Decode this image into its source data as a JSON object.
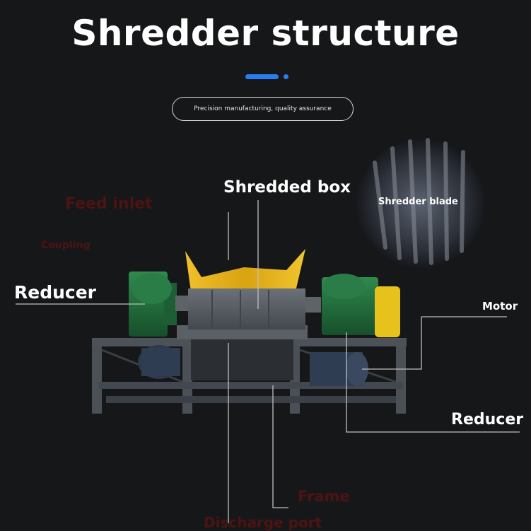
{
  "title": "Shredder structure",
  "subtitle": "Precision manufacturing, quality assurance",
  "labels": {
    "feed_inlet": "Feed inlet",
    "coupling": "Coupling",
    "reducer_left": "Reducer",
    "shredded_box": "Shredded box",
    "shredder_blade": "Shredder blade",
    "motor": "Motor",
    "reducer_right": "Reducer",
    "frame": "Frame",
    "discharge_port": "Discharge port"
  },
  "colors": {
    "background": "#161718",
    "accent": "#2a7df0",
    "label_white": "#ffffff",
    "label_red": "#7a1212",
    "machine_green": "#1f6b3a",
    "machine_grey": "#575d63",
    "hopper_yellow": "#e6b21a",
    "motor_yellow": "#e8c21c",
    "motor_blue": "#2d3a4e"
  }
}
